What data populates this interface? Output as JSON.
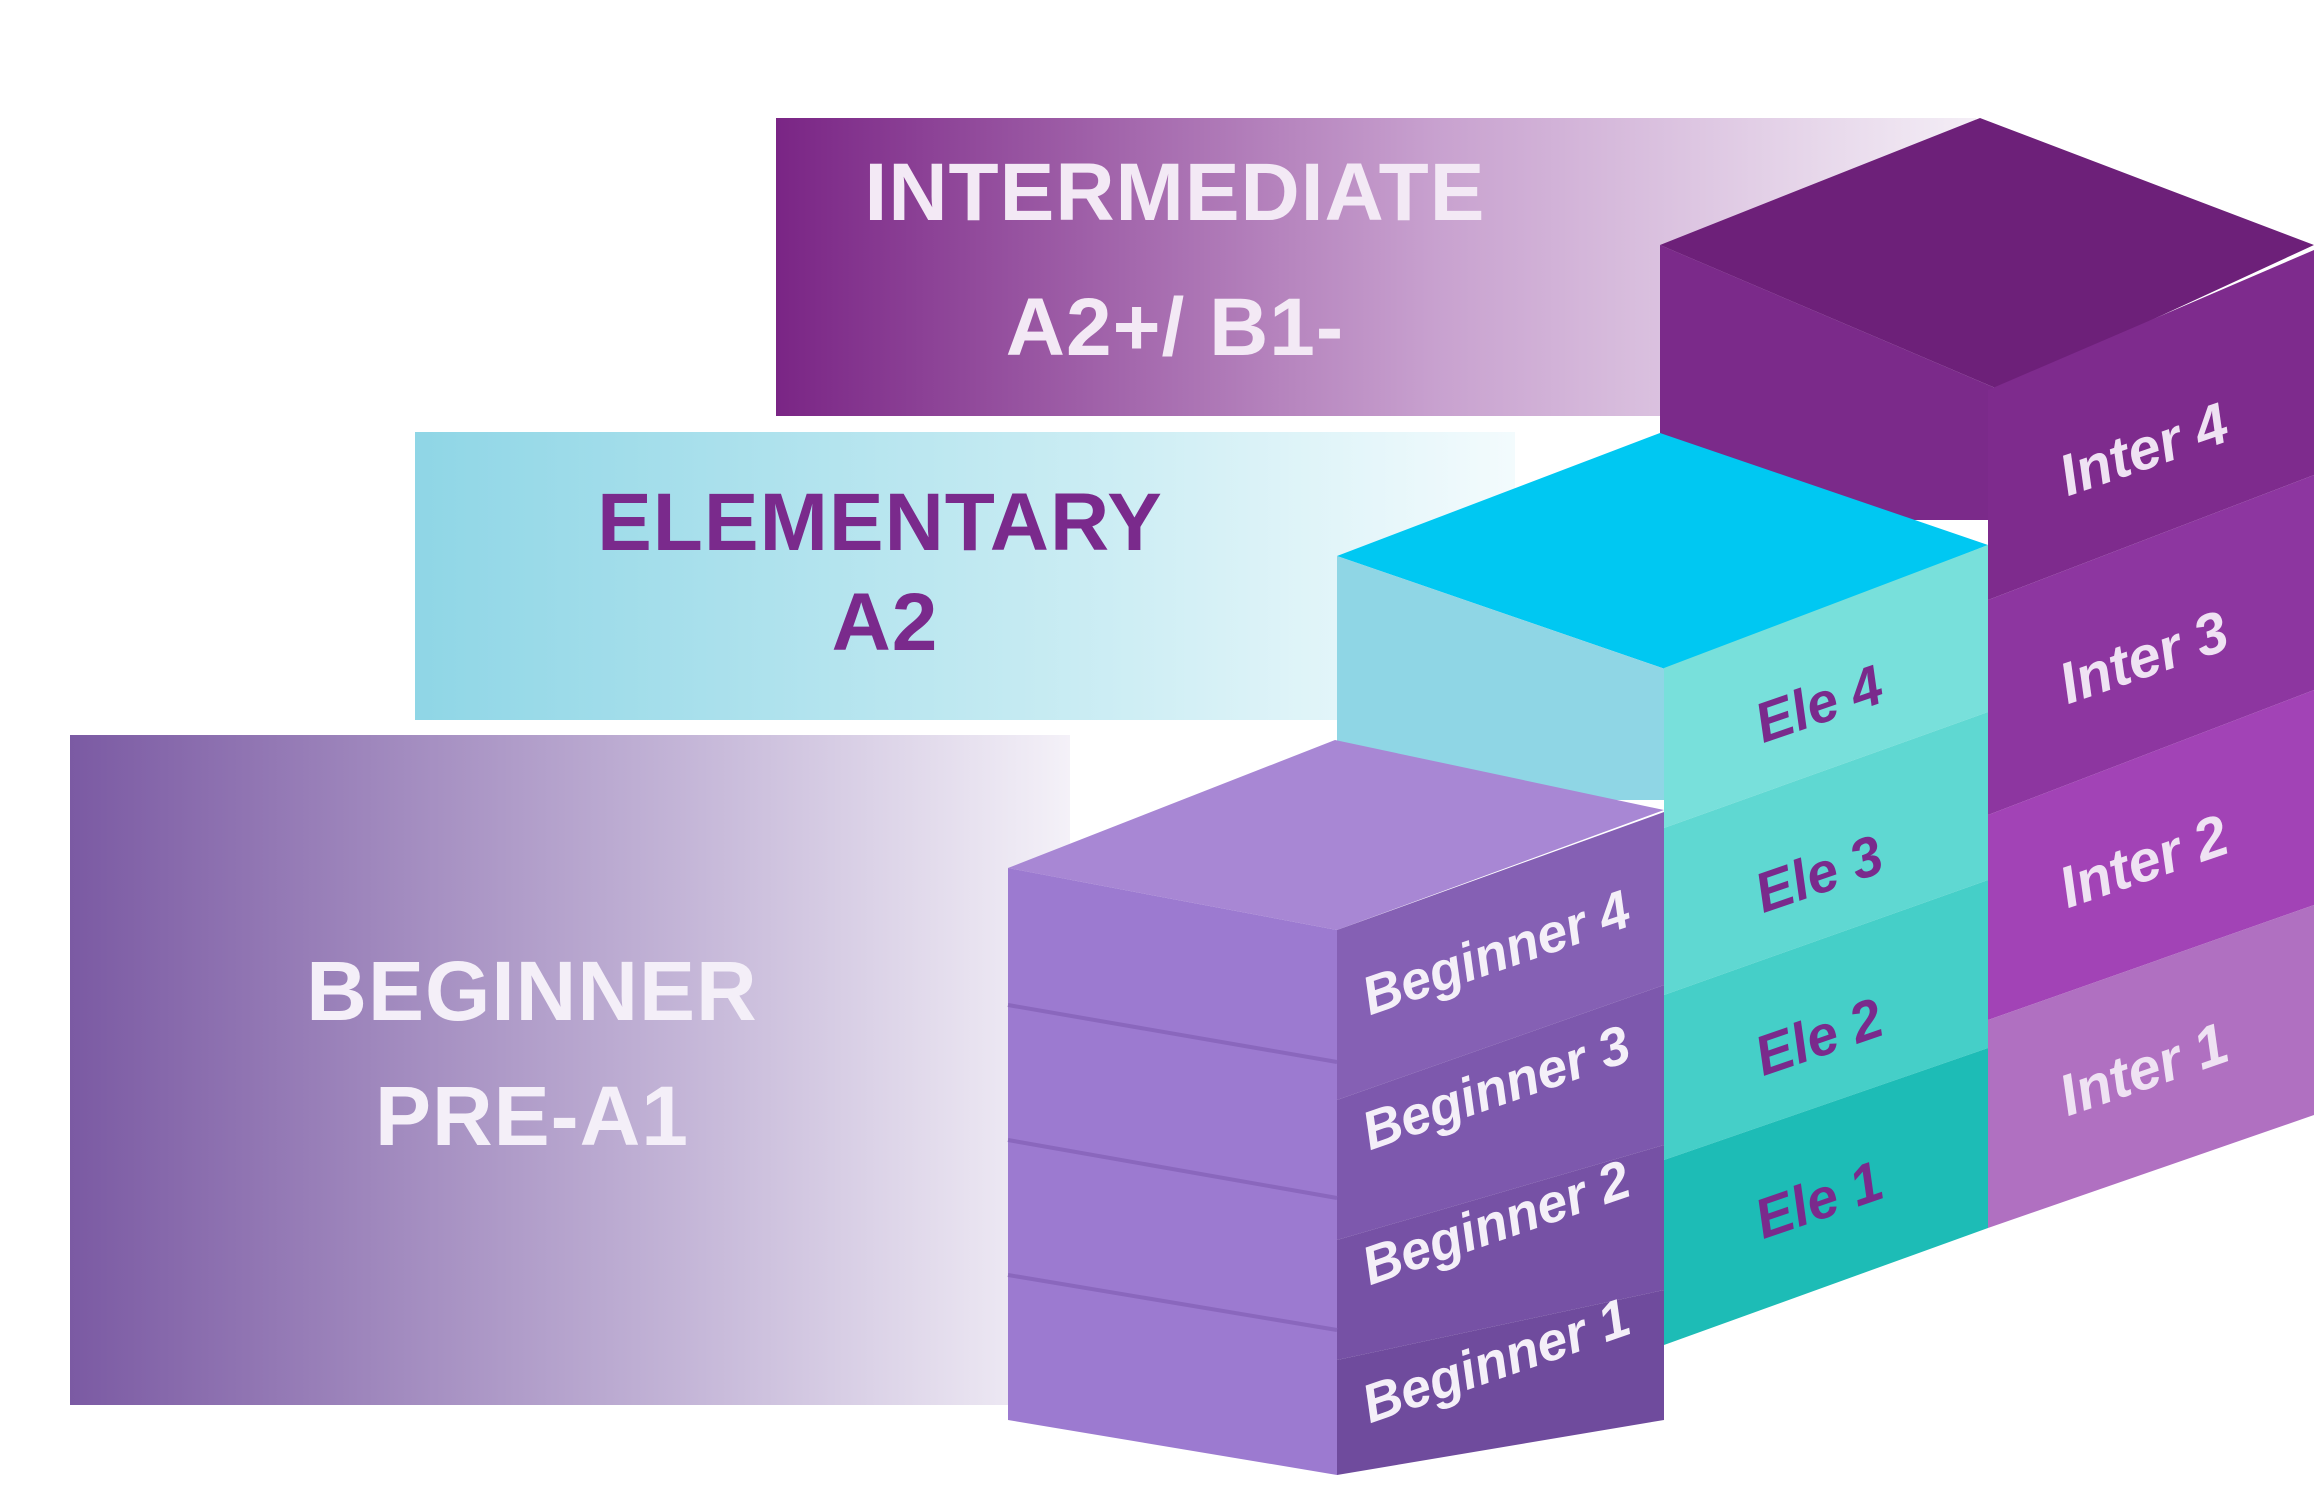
{
  "levels": {
    "intermediate": {
      "title": "INTERMEDIATE",
      "code": "A2+/ B1-",
      "colors": {
        "dark": "#6d2079",
        "text": "#f3e9f5"
      },
      "blocks": [
        "Inter 1",
        "Inter 2",
        "Inter 3",
        "Inter 4"
      ]
    },
    "elementary": {
      "title": "ELEMENTARY",
      "code": "A2",
      "colors": {
        "light": "#a8dfea",
        "text": "#7a2a8c"
      },
      "blocks": [
        "Ele 1",
        "Ele 2",
        "Ele 3",
        "Ele 4"
      ]
    },
    "beginner": {
      "title": "BEGINNER",
      "code": "PRE-A1",
      "colors": {
        "dark": "#7a5aa3",
        "text": "#f4eff8"
      },
      "blocks": [
        "Beginner 1",
        "Beginner 2",
        "Beginner 3",
        "Beginner 4"
      ]
    }
  }
}
